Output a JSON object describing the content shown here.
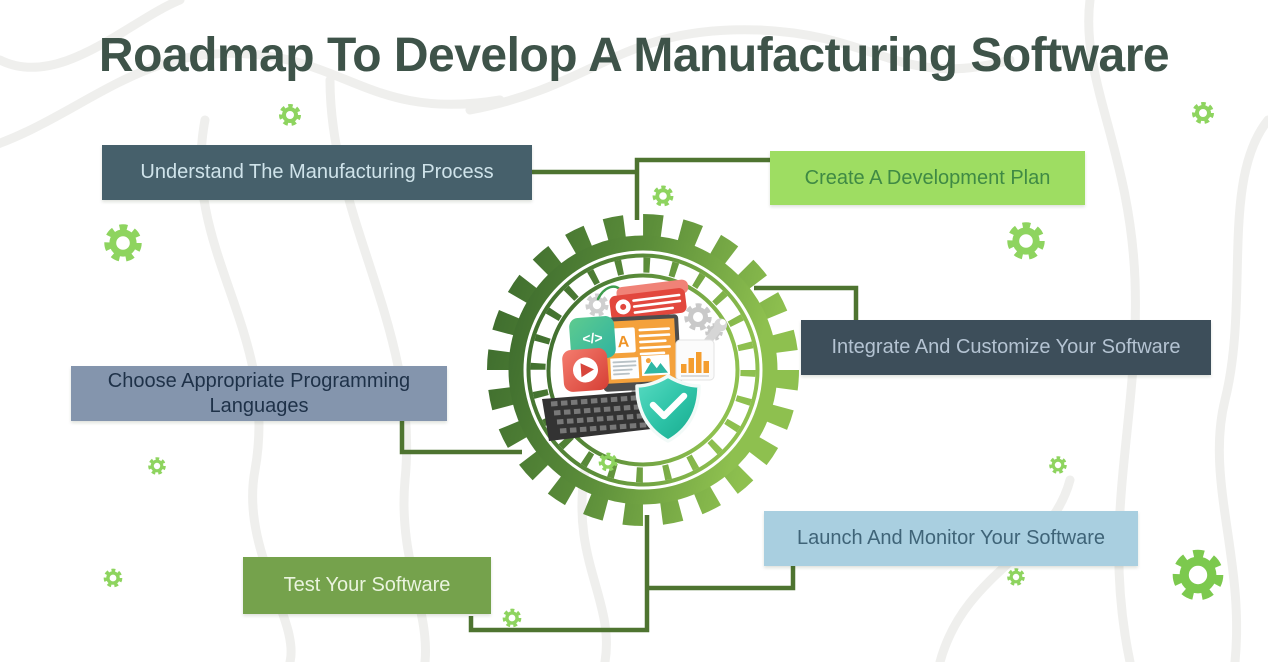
{
  "title": "Roadmap To Develop A Manufacturing Software",
  "steps": [
    {
      "label": "Understand The Manufacturing Process",
      "bg": "#46606b",
      "text_color": "#cfe3ea"
    },
    {
      "label": "Create A Development Plan",
      "bg": "#9edd62",
      "text_color": "#3f8a44"
    },
    {
      "label": "Integrate And Customize Your Software",
      "bg": "#3d4e5a",
      "text_color": "#b4c3d2"
    },
    {
      "label": "Choose Appropriate Programming Languages",
      "bg": "#8495ad",
      "text_color": "#1e3148"
    },
    {
      "label": "Launch And Monitor Your Software",
      "bg": "#a9cfe0",
      "text_color": "#3f6478"
    },
    {
      "label": "Test Your Software",
      "bg": "#75a24c",
      "text_color": "#eaf4de"
    }
  ],
  "center_illustration": {
    "code_badge_text": "</>",
    "screen_letter": "A",
    "icons": {
      "central-gear-icon": "large green cog wheel frame",
      "monitor-icon": "computer monitor with orange app screen",
      "keyboard-icon": "black keyboard",
      "shield-check-icon": "teal shield with white checkmark",
      "code-badge-icon": "teal-green square with code symbol",
      "play-badge-icon": "red square with play button",
      "bar-chart-icon": "white card with orange bar chart",
      "gear-wrench-icon": "gray gears with wrench",
      "notification-card-icon": "red notification cards with white text lines",
      "decorative-gear-icon": "small light green cog"
    }
  },
  "colors": {
    "title": "#3e5349",
    "connector": "#4e7430",
    "gear_gradient_dark": "#3c6a2d",
    "gear_gradient_light": "#8ec04f",
    "decorative_gear": "#8ed45f",
    "background": "#ffffff",
    "contour_line": "#efefed"
  }
}
